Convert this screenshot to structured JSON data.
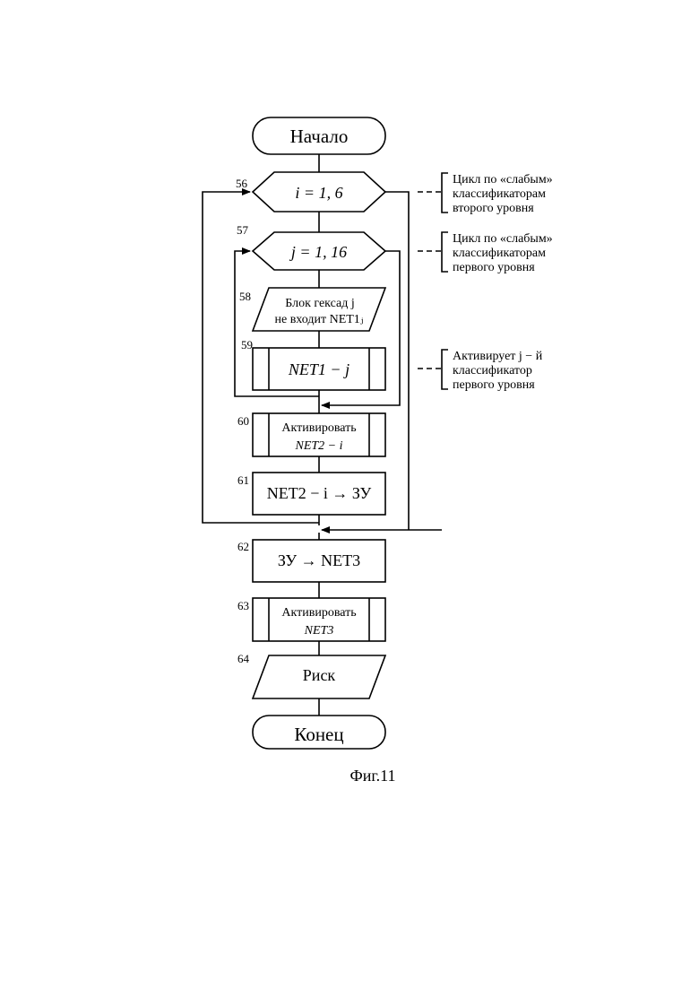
{
  "start_label": "Начало",
  "end_label": "Конец",
  "figure_caption": "Фиг.11",
  "blocks": [
    {
      "num": "56",
      "line1": "i = 1, 6",
      "line2": ""
    },
    {
      "num": "57",
      "line1": "j = 1, 16",
      "line2": ""
    },
    {
      "num": "58",
      "line1": "Блок гексад j",
      "line2": "не входит NET1ⱼ"
    },
    {
      "num": "59",
      "line1": "NET1 − j",
      "line2": ""
    },
    {
      "num": "60",
      "line1": "Активировать",
      "line2": "NET2 − i"
    },
    {
      "num": "61",
      "line1": "NET2 − i → ЗУ",
      "line2": ""
    },
    {
      "num": "62",
      "line1": "ЗУ → NET3",
      "line2": ""
    },
    {
      "num": "63",
      "line1": "Активировать",
      "line2": "NET3"
    },
    {
      "num": "64",
      "line1": "Риск",
      "line2": ""
    }
  ],
  "comments": [
    {
      "lines": [
        "Цикл по «слабым»",
        "классификаторам",
        "второго уровня"
      ]
    },
    {
      "lines": [
        "Цикл по «слабым»",
        "классификаторам",
        "первого уровня"
      ]
    },
    {
      "lines": [
        "Активирует j − й",
        "классификатор",
        "первого уровня"
      ]
    }
  ]
}
